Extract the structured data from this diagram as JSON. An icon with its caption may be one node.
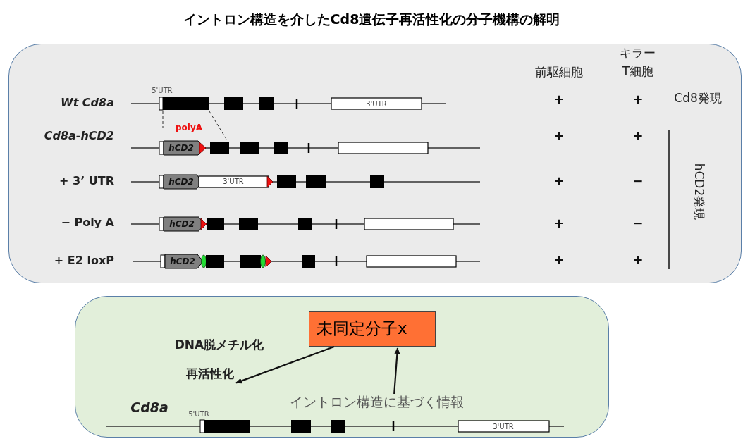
{
  "diagram": {
    "title": "イントロン構造を介したCd8遺伝子再活性化の分子機構の解明",
    "nodes": [
      {
        "text": [],
        "shape": "box"
      },
      {
        "text": [],
        "shape": "box"
      },
      {
        "text": [
          "未同定分子x"
        ],
        "in": 1
      },
      {
        "text": [
          "イントロン構造に基づく情報"
        ],
        "in": 1
      },
      {
        "text": [
          "再活性化"
        ],
        "in": 1
      }
    ],
    "edges": [
      {
        "from": 2,
        "to": 4,
        "arrow": "to"
      },
      {
        "from": 3,
        "to": 2,
        "arrow": "to"
      }
    ],
    "labels": [
      "前駆細胞",
      "キラーT細胞",
      "5'UTR",
      "Wt Cd8a",
      "3'UTR",
      "+",
      "+",
      "Cd8発現",
      "polyA",
      "Cd8a-hCD2",
      "hCD2",
      "+",
      "+",
      "hCD2発現",
      "+ 3’ UTR",
      "hCD2",
      "3'UTR",
      "+",
      "−",
      "− Poly A",
      "hCD2",
      "+",
      "−",
      "+ E2 loxP",
      "hCD2",
      "+",
      "+",
      "DNA脱メチル化",
      "Cd8a",
      "5'UTR",
      "3'UTR"
    ]
  }
}
